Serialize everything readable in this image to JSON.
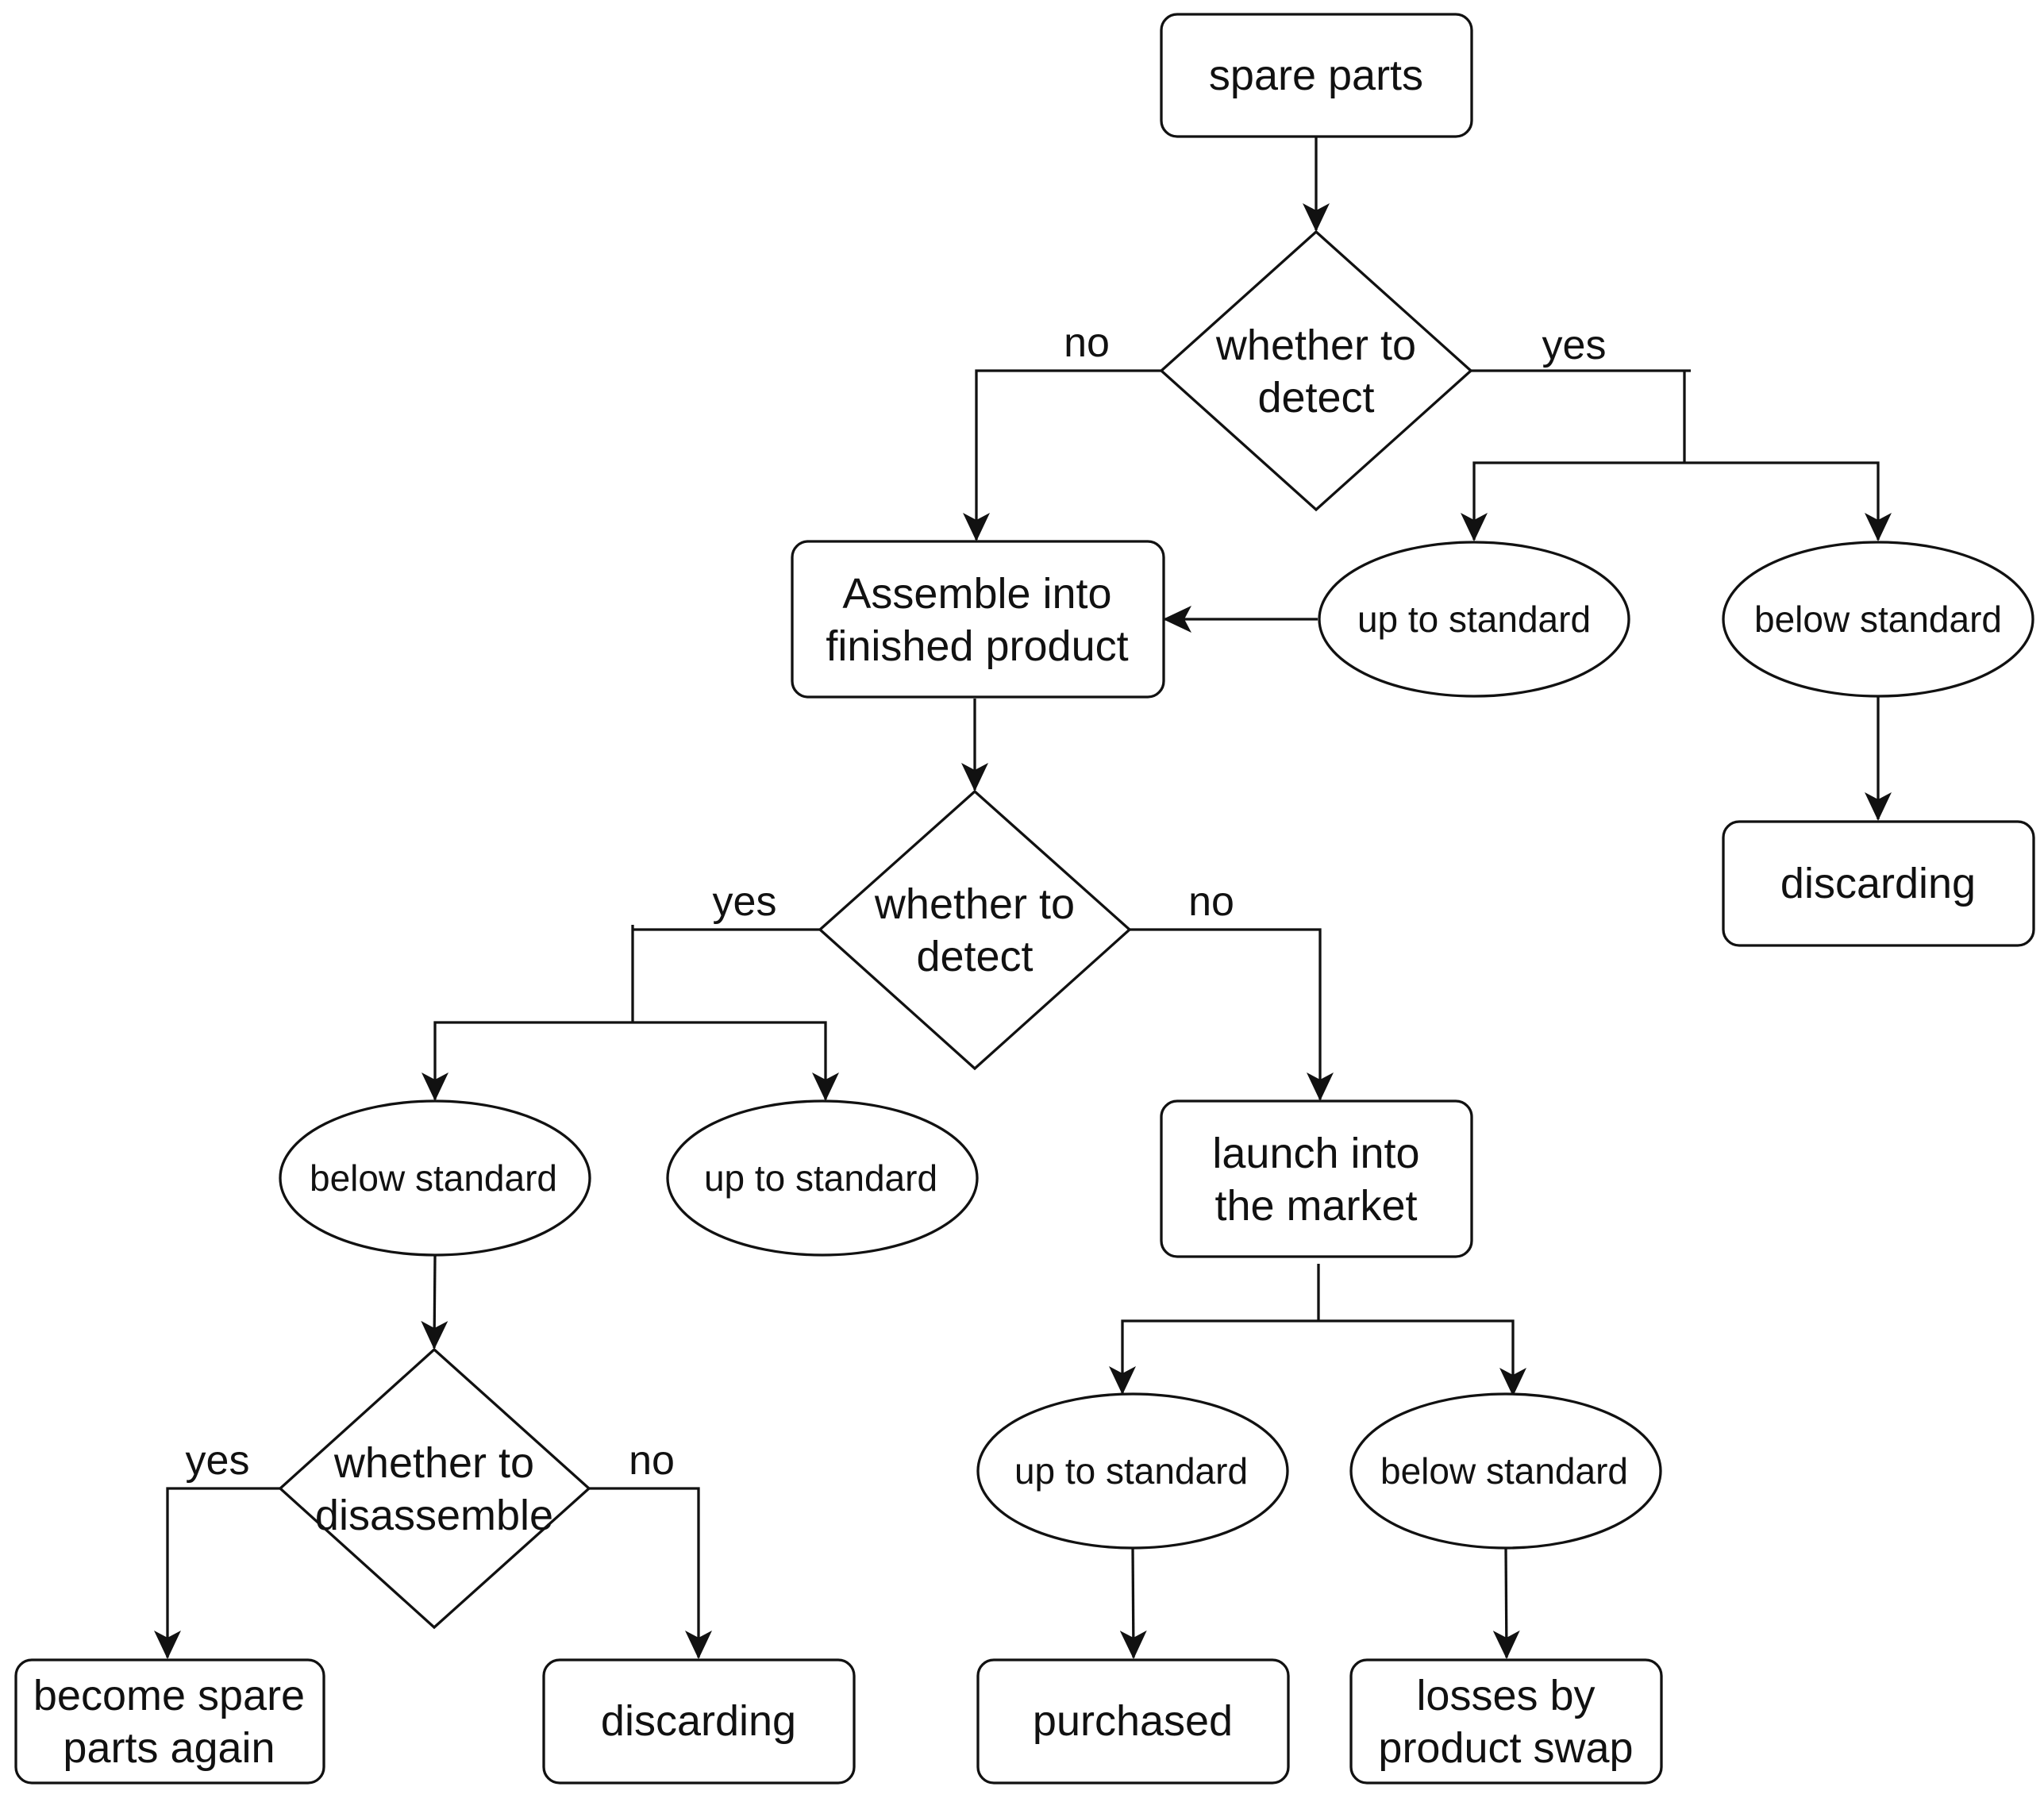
{
  "nodes": {
    "spare_parts": "spare parts",
    "detect1": [
      "whether to",
      "detect"
    ],
    "assemble": [
      "Assemble into",
      "finished product"
    ],
    "up_std_1": "up to standard",
    "below_std_1": "below standard",
    "discard_1": "discarding",
    "detect2": [
      "whether to",
      "detect"
    ],
    "below_std_2": "below standard",
    "up_std_2": "up to standard",
    "launch": [
      "launch into",
      "the market"
    ],
    "disassemble": [
      "whether to",
      "disassemble"
    ],
    "become_spare": [
      "become spare",
      "parts again"
    ],
    "discard_2": "discarding",
    "up_std_3": "up to standard",
    "below_std_3": "below standard",
    "purchased": "purchased",
    "losses": [
      "losses by",
      "product swap"
    ]
  },
  "edge_labels": {
    "d1_no": "no",
    "d1_yes": "yes",
    "d2_yes": "yes",
    "d2_no": "no",
    "d3_yes": "yes",
    "d3_no": "no"
  }
}
